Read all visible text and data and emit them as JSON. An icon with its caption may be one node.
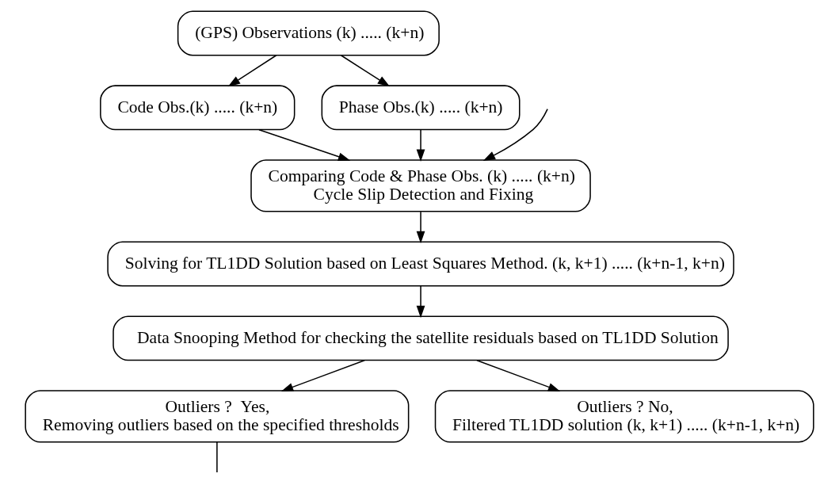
{
  "diagram": {
    "nodes": [
      {
        "text": [
          "(GPS) Observations (k) ..... (k+n)"
        ]
      },
      {
        "text": [
          "Code Obs.(k) ..... (k+n)"
        ]
      },
      {
        "text": [
          "Phase Obs.(k) ..... (k+n)"
        ]
      },
      {
        "text": [
          "Comparing Code & Phase Obs. (k) ..... (k+n)",
          "Cycle Slip Detection and Fixing"
        ]
      },
      {
        "text": [
          "Solving for TL1DD Solution based on Least Squares Method. (k, k+1) ..... (k+n-1, k+n)"
        ]
      },
      {
        "text": [
          "Data Snooping Method for checking the satellite residuals based on TL1DD Solution"
        ]
      },
      {
        "text": [
          "Outliers ?  Yes,",
          "Removing outliers based on the specified thresholds"
        ]
      },
      {
        "text": [
          "Outliers ? No,",
          "Filtered TL1DD solution (k, k+1) ..... (k+n-1, k+n)"
        ]
      }
    ],
    "edges": [
      {
        "from": 0,
        "to": 1,
        "arrow": "to"
      },
      {
        "from": 0,
        "to": 2,
        "arrow": "to"
      },
      {
        "from": 1,
        "to": 3,
        "arrow": "to"
      },
      {
        "from": 2,
        "to": 3,
        "arrow": "to"
      },
      {
        "from": 3,
        "to": 4,
        "arrow": "to"
      },
      {
        "from": 4,
        "to": 5,
        "arrow": "to"
      },
      {
        "from": 5,
        "to": 6,
        "arrow": "to"
      },
      {
        "from": 5,
        "to": 7,
        "arrow": "to"
      },
      {
        "from": 6,
        "to": null,
        "arrow": "none"
      },
      {
        "from": null,
        "to": 3,
        "arrow": "to"
      }
    ]
  }
}
